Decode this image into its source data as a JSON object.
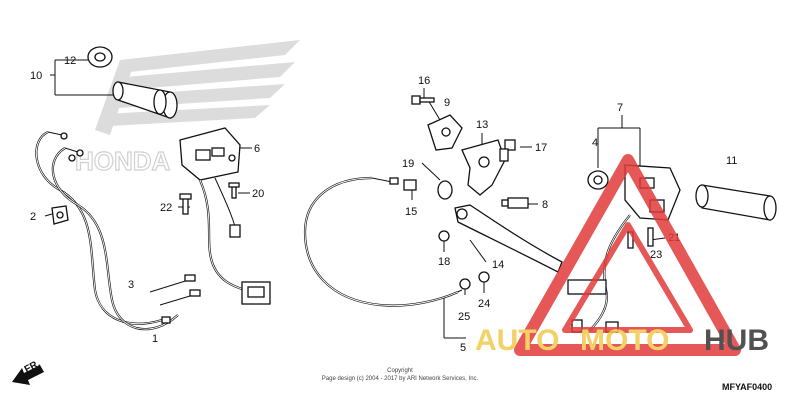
{
  "watermark": {
    "brand_text": "HONDA",
    "logo_color": "#d9d9d9"
  },
  "part_labels": [
    {
      "id": "l10",
      "text": "10"
    },
    {
      "id": "l12",
      "text": "12"
    },
    {
      "id": "l6",
      "text": "6"
    },
    {
      "id": "l20",
      "text": "20"
    },
    {
      "id": "l22",
      "text": "22"
    },
    {
      "id": "l2",
      "text": "2"
    },
    {
      "id": "l3",
      "text": "3"
    },
    {
      "id": "l1",
      "text": "1"
    },
    {
      "id": "l16",
      "text": "16"
    },
    {
      "id": "l9",
      "text": "9"
    },
    {
      "id": "l13",
      "text": "13"
    },
    {
      "id": "l17",
      "text": "17"
    },
    {
      "id": "l19",
      "text": "19"
    },
    {
      "id": "l15",
      "text": "15"
    },
    {
      "id": "l8",
      "text": "8"
    },
    {
      "id": "l18",
      "text": "18"
    },
    {
      "id": "l14",
      "text": "14"
    },
    {
      "id": "l24",
      "text": "24"
    },
    {
      "id": "l25",
      "text": "25"
    },
    {
      "id": "l5",
      "text": "5"
    },
    {
      "id": "l7",
      "text": "7"
    },
    {
      "id": "l4",
      "text": "4"
    },
    {
      "id": "l11",
      "text": "11"
    },
    {
      "id": "l21",
      "text": "21"
    },
    {
      "id": "l23",
      "text": "23"
    }
  ],
  "copyright": {
    "line1": "Copyright",
    "line2": "Page design (c) 2004 - 2017 by ARI Network Services, Inc."
  },
  "diagram_code": "MFYAF0400",
  "direction_label": "FR.",
  "brand_watermark": {
    "part1": "AUTO",
    "part2": "MOTO",
    "part3": "HUB",
    "color_primary": "#f2c94c",
    "color_dark": "#333333",
    "triangle_color": "#e23b3b"
  }
}
